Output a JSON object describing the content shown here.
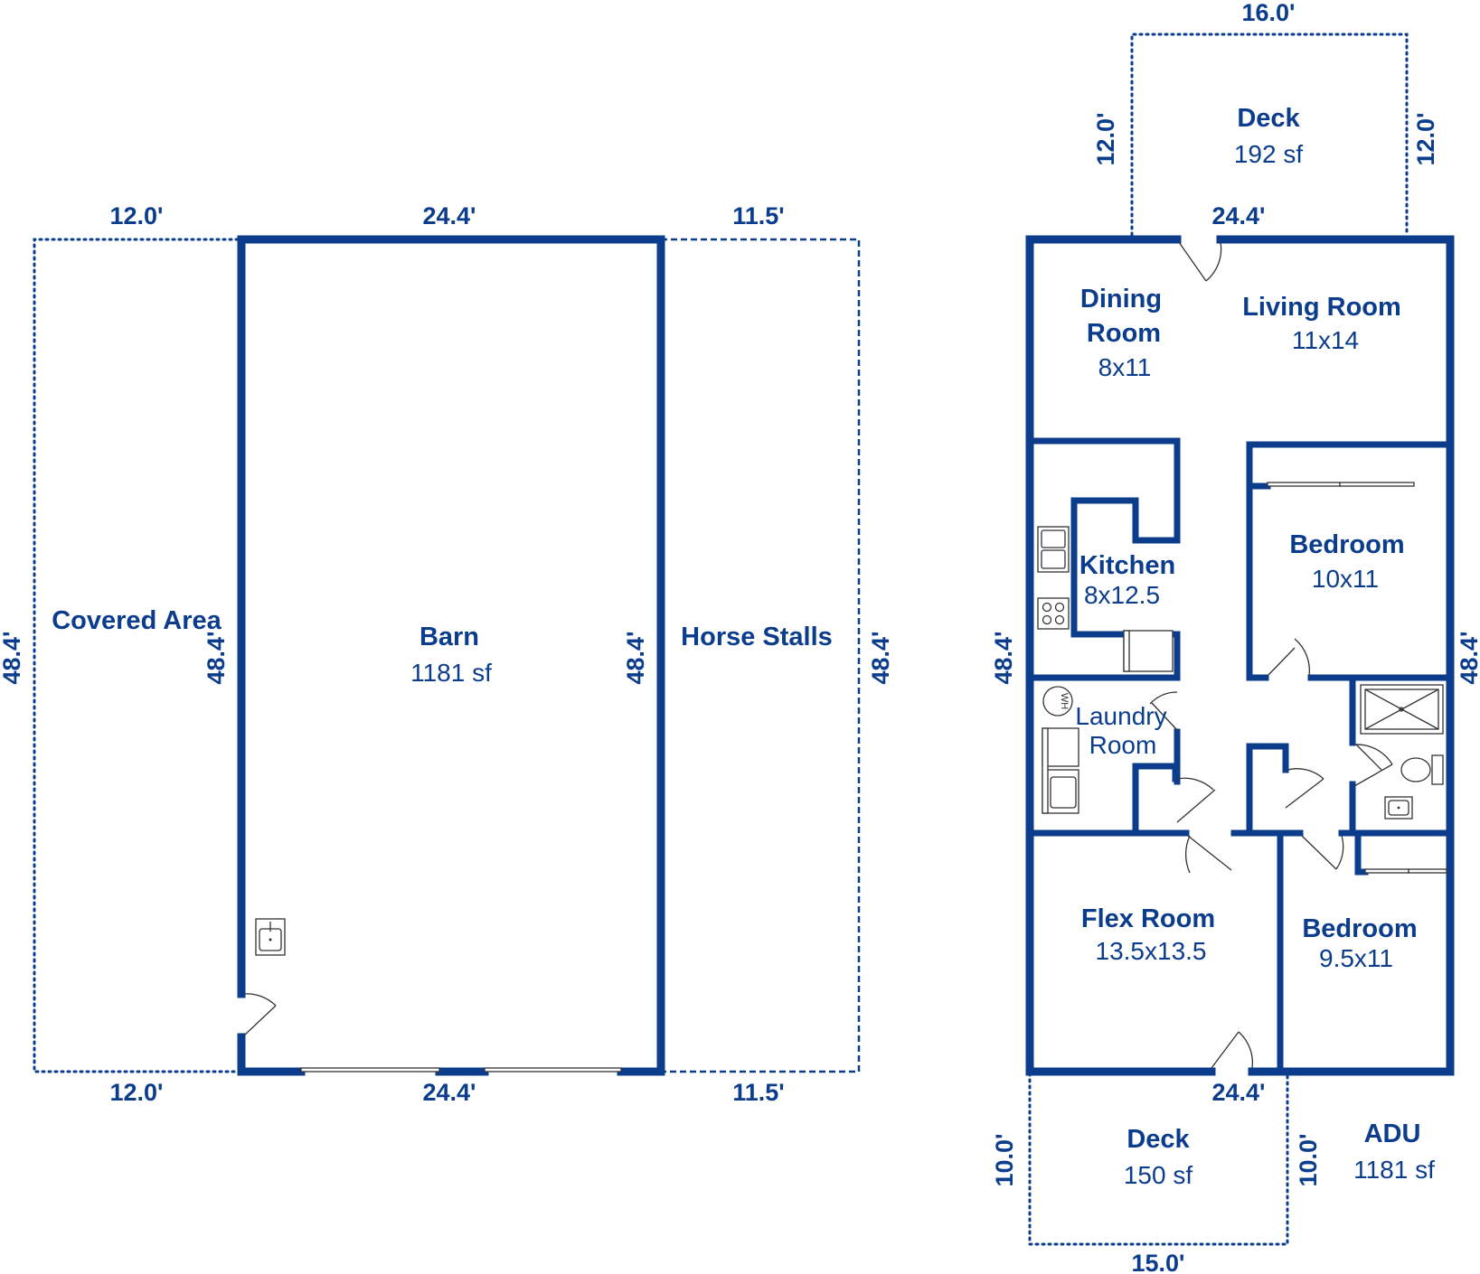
{
  "barn_plan": {
    "dims": {
      "covered_top": "12.0'",
      "barn_top": "24.4'",
      "stalls_top": "11.5'",
      "covered_bottom": "12.0'",
      "barn_bottom": "24.4'",
      "stalls_bottom": "11.5'",
      "covered_left": "48.4'",
      "barn_left": "48.4'",
      "barn_right": "48.4'",
      "stalls_right": "48.4'"
    },
    "covered_area": {
      "name": "Covered Area"
    },
    "barn": {
      "name": "Barn",
      "size": "1181 sf"
    },
    "horse_stalls": {
      "name": "Horse Stalls"
    }
  },
  "adu_plan": {
    "title": "ADU",
    "area": "1181 sf",
    "dims": {
      "deck_top_width": "16.0'",
      "deck_top_left": "12.0'",
      "deck_top_right": "12.0'",
      "top": "24.4'",
      "left": "48.4'",
      "right": "48.4'",
      "bottom": "24.4'",
      "deck_bottom_left": "10.0'",
      "deck_bottom_right": "10.0'",
      "deck_bottom_width": "15.0'"
    },
    "rooms": {
      "deck_top": {
        "name": "Deck",
        "size": "192 sf"
      },
      "dining": {
        "name_line1": "Dining",
        "name_line2": "Room",
        "size": "8x11"
      },
      "living": {
        "name": "Living Room",
        "size": "11x14"
      },
      "kitchen": {
        "name": "Kitchen",
        "size": "8x12.5"
      },
      "bedroom1": {
        "name": "Bedroom",
        "size": "10x11"
      },
      "laundry": {
        "name_line1": "Laundry",
        "name_line2": "Room"
      },
      "flex": {
        "name": "Flex Room",
        "size": "13.5x13.5"
      },
      "bedroom2": {
        "name": "Bedroom",
        "size": "9.5x11"
      },
      "deck_bottom": {
        "name": "Deck",
        "size": "150 sf"
      }
    },
    "fixtures": {
      "water_heater_label": "WH"
    }
  },
  "colors": {
    "walls": "#0b3d8c",
    "fixtures": "#333333",
    "background": "#ffffff"
  }
}
